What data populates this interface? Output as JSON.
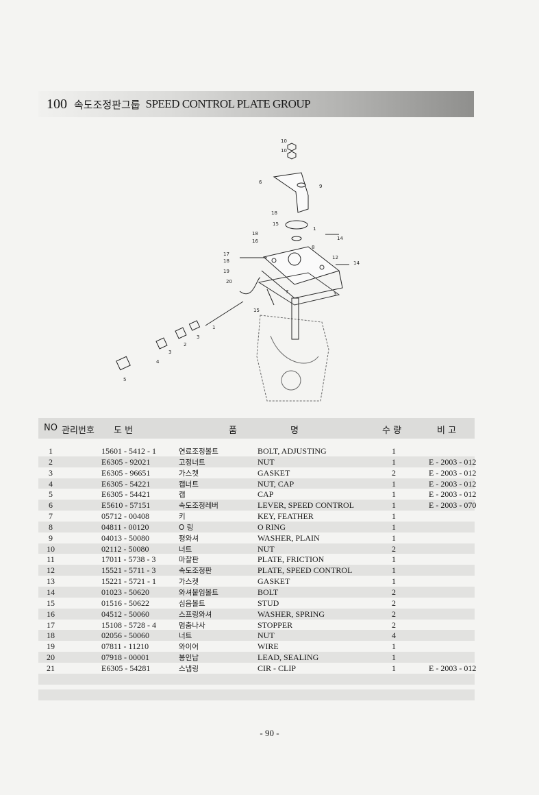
{
  "header": {
    "number": "100",
    "title_ko": "속도조정판그룹",
    "title_en": "SPEED CONTROL PLATE GROUP"
  },
  "diagram": {
    "callouts": [
      "10",
      "10",
      "6",
      "9",
      "18",
      "15",
      "1",
      "18",
      "16",
      "8",
      "14",
      "17",
      "18",
      "12",
      "14",
      "19",
      "20",
      "7",
      "3",
      "15",
      "1",
      "3",
      "2",
      "3",
      "4",
      "5"
    ]
  },
  "table": {
    "headers": {
      "no": "NO",
      "mgmt": "관리번호",
      "drawing": "도    번",
      "item1": "품",
      "item2": "명",
      "qty": "수 량",
      "remark": "비 고"
    },
    "rows": [
      {
        "no": "1",
        "part": "15601 - 5412 - 1",
        "ko": "연료조정볼트",
        "en": "BOLT, ADJUSTING",
        "qty": "1",
        "rem": ""
      },
      {
        "no": "2",
        "part": "E6305 - 92021",
        "ko": "고정너트",
        "en": "NUT",
        "qty": "1",
        "rem": "E - 2003 - 012"
      },
      {
        "no": "3",
        "part": "E6305 - 96651",
        "ko": "가스켓",
        "en": "GASKET",
        "qty": "2",
        "rem": "E - 2003 - 012"
      },
      {
        "no": "4",
        "part": "E6305 - 54221",
        "ko": "캡너트",
        "en": "NUT, CAP",
        "qty": "1",
        "rem": "E - 2003 - 012"
      },
      {
        "no": "5",
        "part": "E6305 - 54421",
        "ko": "캡",
        "en": "CAP",
        "qty": "1",
        "rem": "E - 2003 - 012"
      },
      {
        "no": "6",
        "part": "E5610 - 57151",
        "ko": "속도조정레버",
        "en": "LEVER, SPEED CONTROL",
        "qty": "1",
        "rem": "E - 2003 - 070"
      },
      {
        "no": "7",
        "part": "05712 - 00408",
        "ko": "키",
        "en": "KEY, FEATHER",
        "qty": "1",
        "rem": ""
      },
      {
        "no": "8",
        "part": "04811 - 00120",
        "ko": "O 링",
        "en": "O RING",
        "qty": "1",
        "rem": ""
      },
      {
        "no": "9",
        "part": "04013 - 50080",
        "ko": "평와셔",
        "en": "WASHER, PLAIN",
        "qty": "1",
        "rem": ""
      },
      {
        "no": "10",
        "part": "02112 - 50080",
        "ko": "너트",
        "en": "NUT",
        "qty": "2",
        "rem": ""
      },
      {
        "no": "11",
        "part": "17011 - 5738 - 3",
        "ko": "마찰판",
        "en": "PLATE, FRICTION",
        "qty": "1",
        "rem": ""
      },
      {
        "no": "12",
        "part": "15521 - 5711 - 3",
        "ko": "속도조정판",
        "en": "PLATE, SPEED CONTROL",
        "qty": "1",
        "rem": ""
      },
      {
        "no": "13",
        "part": "15221 - 5721 - 1",
        "ko": "가스켓",
        "en": "GASKET",
        "qty": "1",
        "rem": ""
      },
      {
        "no": "14",
        "part": "01023 - 50620",
        "ko": "와셔붙임볼트",
        "en": "BOLT",
        "qty": "2",
        "rem": ""
      },
      {
        "no": "15",
        "part": "01516 - 50622",
        "ko": "심음볼트",
        "en": "STUD",
        "qty": "2",
        "rem": ""
      },
      {
        "no": "16",
        "part": "04512 - 50060",
        "ko": "스프링와셔",
        "en": "WASHER, SPRING",
        "qty": "2",
        "rem": ""
      },
      {
        "no": "17",
        "part": "15108 - 5728 - 4",
        "ko": "멈춤나사",
        "en": "STOPPER",
        "qty": "2",
        "rem": ""
      },
      {
        "no": "18",
        "part": "02056 - 50060",
        "ko": "너트",
        "en": "NUT",
        "qty": "4",
        "rem": ""
      },
      {
        "no": "19",
        "part": "07811 - 11210",
        "ko": "와이어",
        "en": "WIRE",
        "qty": "1",
        "rem": ""
      },
      {
        "no": "20",
        "part": "07918 - 00001",
        "ko": "봉인납",
        "en": "LEAD, SEALING",
        "qty": "1",
        "rem": ""
      },
      {
        "no": "21",
        "part": "E6305 - 54281",
        "ko": "스냅링",
        "en": "CIR - CLIP",
        "qty": "1",
        "rem": "E - 2003 - 012"
      }
    ]
  },
  "footer": {
    "page": "- 90 -"
  }
}
